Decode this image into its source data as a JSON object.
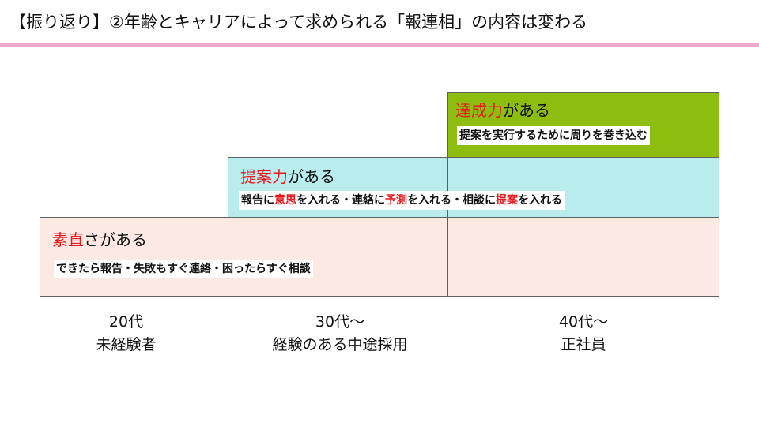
{
  "title": "【振り返り】②年齢とキャリアによって求められる「報連相」の内容は変わる",
  "colors": {
    "accent_rule": "#f0a8cf",
    "base_fill": "#fce9e4",
    "middle_fill": "#b9ecec",
    "top_fill": "#8dbd0e",
    "highlight": "#e8191e"
  },
  "levels": {
    "base": {
      "heading_highlight": "素直",
      "heading_rest": "さがある",
      "desc": "できたら報告・失敗もすぐ連絡・困ったらすぐ相談"
    },
    "middle": {
      "heading_highlight": "提案力",
      "heading_rest": "がある",
      "desc": {
        "p1": "報告に",
        "h1": "意思",
        "p2": "を入れる・連絡に",
        "h2": "予測",
        "p3": "を入れる・相談に",
        "h3": "提案",
        "p4": "を入れる"
      }
    },
    "top": {
      "heading_highlight": "達成力",
      "heading_rest": "がある",
      "desc": "提案を実行するために周りを巻き込む"
    }
  },
  "stages": [
    {
      "age": "20代",
      "detail": "未経験者"
    },
    {
      "age": "30代～",
      "detail": "経験のある中途採用"
    },
    {
      "age": "40代～",
      "detail": "正社員"
    }
  ]
}
